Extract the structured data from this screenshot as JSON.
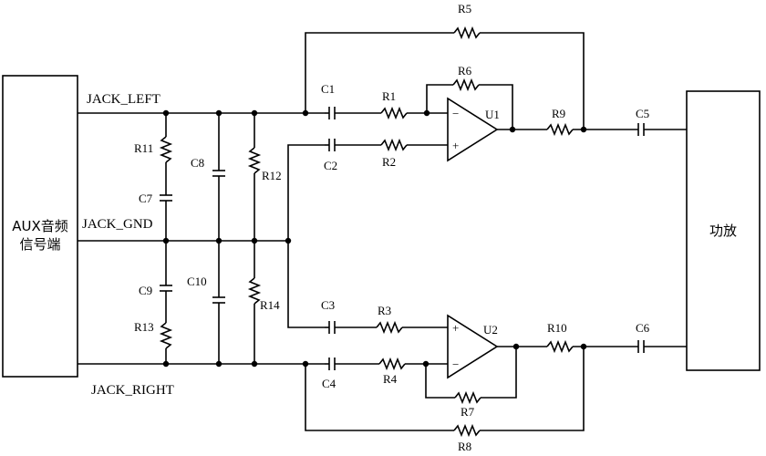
{
  "blocks": {
    "aux_line1": "AUX音频",
    "aux_line2": "信号端",
    "amp": "功放"
  },
  "nets": {
    "jack_left": "JACK_LEFT",
    "jack_gnd": "JACK_GND",
    "jack_right": "JACK_RIGHT"
  },
  "components": {
    "R1": "R1",
    "R2": "R2",
    "R3": "R3",
    "R4": "R4",
    "R5": "R5",
    "R6": "R6",
    "R7": "R7",
    "R8": "R8",
    "R9": "R9",
    "R10": "R10",
    "R11": "R11",
    "R12": "R12",
    "R13": "R13",
    "R14": "R14",
    "C1": "C1",
    "C2": "C2",
    "C3": "C3",
    "C4": "C4",
    "C5": "C5",
    "C6": "C6",
    "C7": "C7",
    "C8": "C8",
    "C9": "C9",
    "C10": "C10",
    "U1": "U1",
    "U2": "U2"
  },
  "opamp_signs": {
    "minus": "−",
    "plus": "+"
  }
}
